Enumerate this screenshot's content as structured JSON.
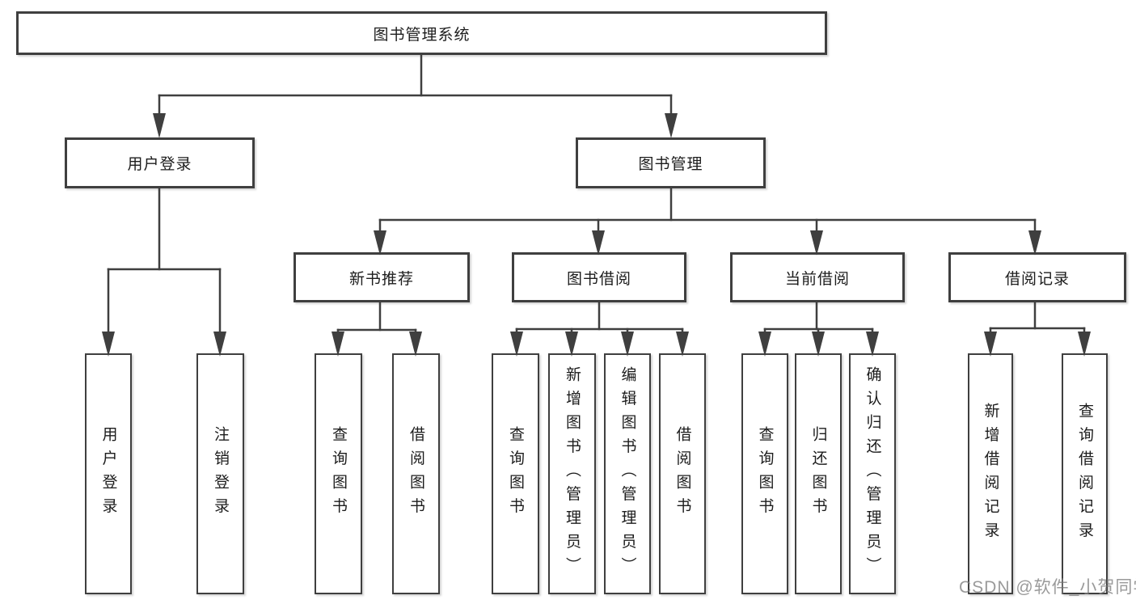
{
  "tree": {
    "label": "图书管理系统",
    "children": [
      {
        "label": "用户登录",
        "children": [
          {
            "label": "用户登录"
          },
          {
            "label": "注销登录"
          }
        ]
      },
      {
        "label": "图书管理",
        "children": [
          {
            "label": "新书推荐",
            "children": [
              {
                "label": "查询图书"
              },
              {
                "label": "借阅图书"
              }
            ]
          },
          {
            "label": "图书借阅",
            "children": [
              {
                "label": "查询图书"
              },
              {
                "label": "新增图书（管理员）"
              },
              {
                "label": "编辑图书（管理员）"
              },
              {
                "label": "借阅图书"
              }
            ]
          },
          {
            "label": "当前借阅",
            "children": [
              {
                "label": "查询图书"
              },
              {
                "label": "归还图书"
              },
              {
                "label": "确认归还（管理员）"
              }
            ]
          },
          {
            "label": "借阅记录",
            "children": [
              {
                "label": "新增借阅记录"
              },
              {
                "label": "查询借阅记录"
              }
            ]
          }
        ]
      }
    ]
  },
  "watermark": {
    "text": "CSDN @软件_小贺同学"
  },
  "colors": {
    "line": "#3f3f3f",
    "border": "#3f3f3f",
    "text": "#1c1c1c",
    "watermark": "#7d7d7d",
    "background": "#ffffff"
  }
}
